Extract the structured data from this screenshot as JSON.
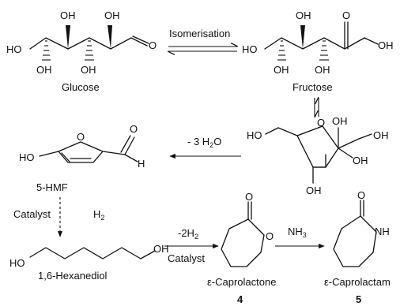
{
  "compounds": {
    "glucose": {
      "name": "Glucose",
      "atoms": [
        "HO",
        "OH",
        "OH",
        "OH",
        "OH",
        "O"
      ]
    },
    "fructose": {
      "name": "Fructose",
      "atoms": [
        "HO",
        "OH",
        "OH",
        "OH",
        "OH",
        "O"
      ]
    },
    "furanose": {
      "atoms": [
        "O",
        "HO",
        "OH",
        "OH",
        "OH",
        "OH"
      ]
    },
    "hmf": {
      "name": "5-HMF",
      "atoms": [
        "O",
        "O",
        "HO",
        "H"
      ]
    },
    "hexanediol": {
      "name": "1,6-Hexanediol",
      "atoms": [
        "HO",
        "OH"
      ]
    },
    "caprolactone": {
      "name": "ε-Caprolactone",
      "number": "4",
      "atoms": [
        "O",
        "O"
      ]
    },
    "caprolactam": {
      "name": "ε-Caprolactam",
      "number": "5",
      "atoms": [
        "O",
        "NH"
      ]
    }
  },
  "arrows": {
    "isomerisation": "Isomerisation",
    "dehydration_prefix": "- 3 H",
    "dehydration_sub": "2",
    "dehydration_suffix": "O",
    "hydrogenation_catalyst": "Catalyst",
    "hydrogenation_h2": "H",
    "hydrogenation_h2_sub": "2",
    "lactonization_prefix": "-2H",
    "lactonization_sub": "2",
    "lactonization_catalyst": "Catalyst",
    "amination_prefix": "NH",
    "amination_sub": "3"
  }
}
